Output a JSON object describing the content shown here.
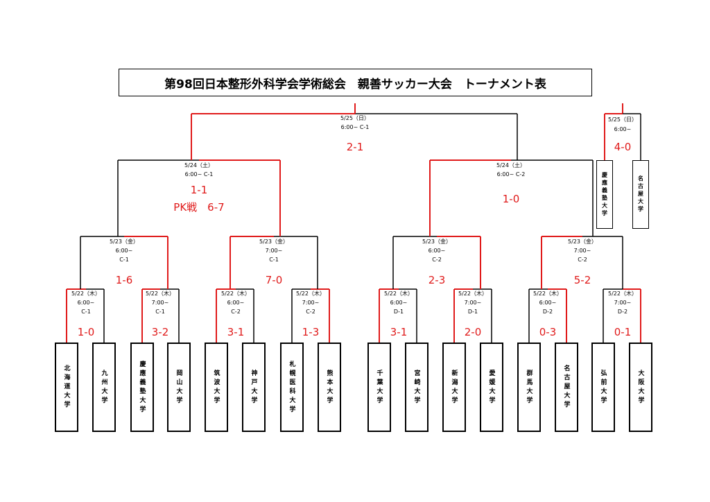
{
  "title": "第98回日本整形外科学会学術総会　親善サッカー大会　トーナメント表",
  "colors": {
    "win": "#e01a1a",
    "line": "#000000",
    "score": "#e01a1a"
  },
  "teams": [
    "北海道大学",
    "九州大学",
    "慶應義塾大学",
    "岡山大学",
    "筑波大学",
    "神戸大学",
    "札幌医科大学",
    "熊本大学",
    "千葉大学",
    "宮崎大学",
    "新潟大学",
    "愛媛大学",
    "群馬大学",
    "名古屋大学",
    "弘前大学",
    "大阪大学"
  ],
  "matches": [
    {
      "id": "r1-1",
      "info": [
        "5/22（木）",
        "6:00~",
        "C-1"
      ],
      "score": [
        "1-0"
      ],
      "winner": "left"
    },
    {
      "id": "r1-2",
      "info": [
        "5/22（木）",
        "7:00~",
        "C-1"
      ],
      "score": [
        "3-2"
      ],
      "winner": "left"
    },
    {
      "id": "r1-3",
      "info": [
        "5/22（木）",
        "6:00~",
        "C-2"
      ],
      "score": [
        "3-1"
      ],
      "winner": "left"
    },
    {
      "id": "r1-4",
      "info": [
        "5/22（木）",
        "7:00~",
        "C-2"
      ],
      "score": [
        "1-3"
      ],
      "winner": "right"
    },
    {
      "id": "r1-5",
      "info": [
        "5/22（木）",
        "6:00~",
        "D-1"
      ],
      "score": [
        "3-1"
      ],
      "winner": "left"
    },
    {
      "id": "r1-6",
      "info": [
        "5/22（木）",
        "7:00~",
        "D-1"
      ],
      "score": [
        "2-0"
      ],
      "winner": "left"
    },
    {
      "id": "r1-7",
      "info": [
        "5/22（木）",
        "6:00~",
        "D-2"
      ],
      "score": [
        "0-3"
      ],
      "winner": "right"
    },
    {
      "id": "r1-8",
      "info": [
        "5/22（木）",
        "7:00~",
        "D-2"
      ],
      "score": [
        "0-1"
      ],
      "winner": "right"
    },
    {
      "id": "qf-1",
      "info": [
        "5/23（金）",
        "6:00~",
        "C-1"
      ],
      "score": [
        "1-6"
      ],
      "winner": "right"
    },
    {
      "id": "qf-2",
      "info": [
        "5/23（金）",
        "7:00~",
        "C-1"
      ],
      "score": [
        "7-0"
      ],
      "winner": "left"
    },
    {
      "id": "qf-3",
      "info": [
        "5/23（金）",
        "6:00~",
        "C-2"
      ],
      "score": [
        "2-3"
      ],
      "winner": "right"
    },
    {
      "id": "qf-4",
      "info": [
        "5/23（金）",
        "7:00~",
        "C-2"
      ],
      "score": [
        "5-2"
      ],
      "winner": "left"
    },
    {
      "id": "sf-1",
      "info": [
        "5/24（土）",
        "6:00~ C-1"
      ],
      "score": [
        "1-1",
        "PK戦　6-7"
      ],
      "winner": "right"
    },
    {
      "id": "sf-2",
      "info": [
        "5/24（土）",
        "6:00~ C-2"
      ],
      "score": [
        "1-0"
      ],
      "winner": "left"
    },
    {
      "id": "final",
      "info": [
        "5/25（日）",
        "6:00~ C-1"
      ],
      "score": [
        "2-1"
      ],
      "winner": "left"
    }
  ],
  "third_place": {
    "info": [
      "5/25（日）",
      "6:00~"
    ],
    "score": [
      "4-0"
    ],
    "teams": [
      "慶應義塾大学",
      "名古屋大学"
    ],
    "winner": "left"
  }
}
